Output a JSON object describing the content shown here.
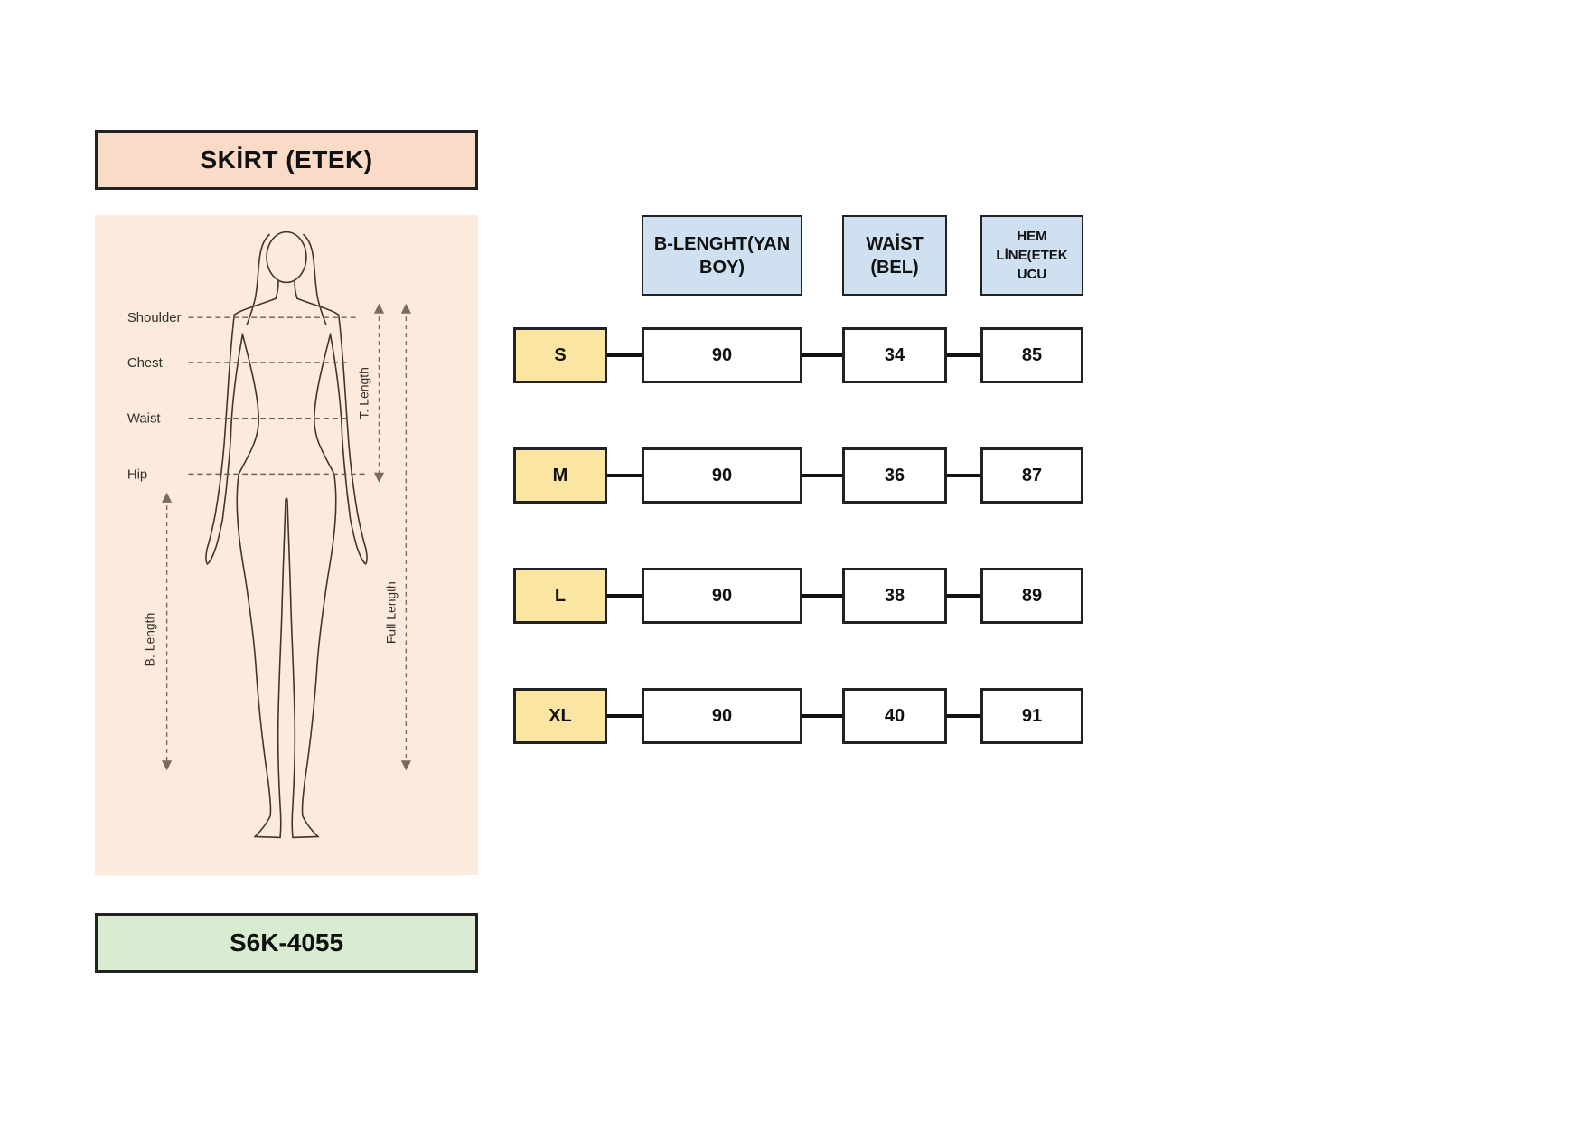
{
  "title": "SKİRT (ETEK)",
  "product_code": "S6K-4055",
  "figure_labels": {
    "shoulder": "Shoulder",
    "chest": "Chest",
    "waist": "Waist",
    "hip": "Hip",
    "b_length": "B. Length",
    "t_length": "T. Length",
    "full_length": "Full Length"
  },
  "chart_data": {
    "type": "table",
    "title": "SKİRT (ETEK)",
    "product_code": "S6K-4055",
    "columns": [
      "B-LENGHT(YAN BOY)",
      "WAİST (BEL)",
      "HEM LİNE(ETEK UCU"
    ],
    "rows": [
      {
        "size": "S",
        "values": [
          "90",
          "34",
          "85"
        ]
      },
      {
        "size": "M",
        "values": [
          "90",
          "36",
          "87"
        ]
      },
      {
        "size": "L",
        "values": [
          "90",
          "38",
          "89"
        ]
      },
      {
        "size": "XL",
        "values": [
          "90",
          "40",
          "91"
        ]
      }
    ]
  },
  "colors": {
    "title_bg": "#fadbc8",
    "panel_bg": "#fcebdc",
    "code_bg": "#d9ecd2",
    "header_bg": "#cfe1f1",
    "size_bg": "#fbe5a3",
    "border": "#222222"
  }
}
